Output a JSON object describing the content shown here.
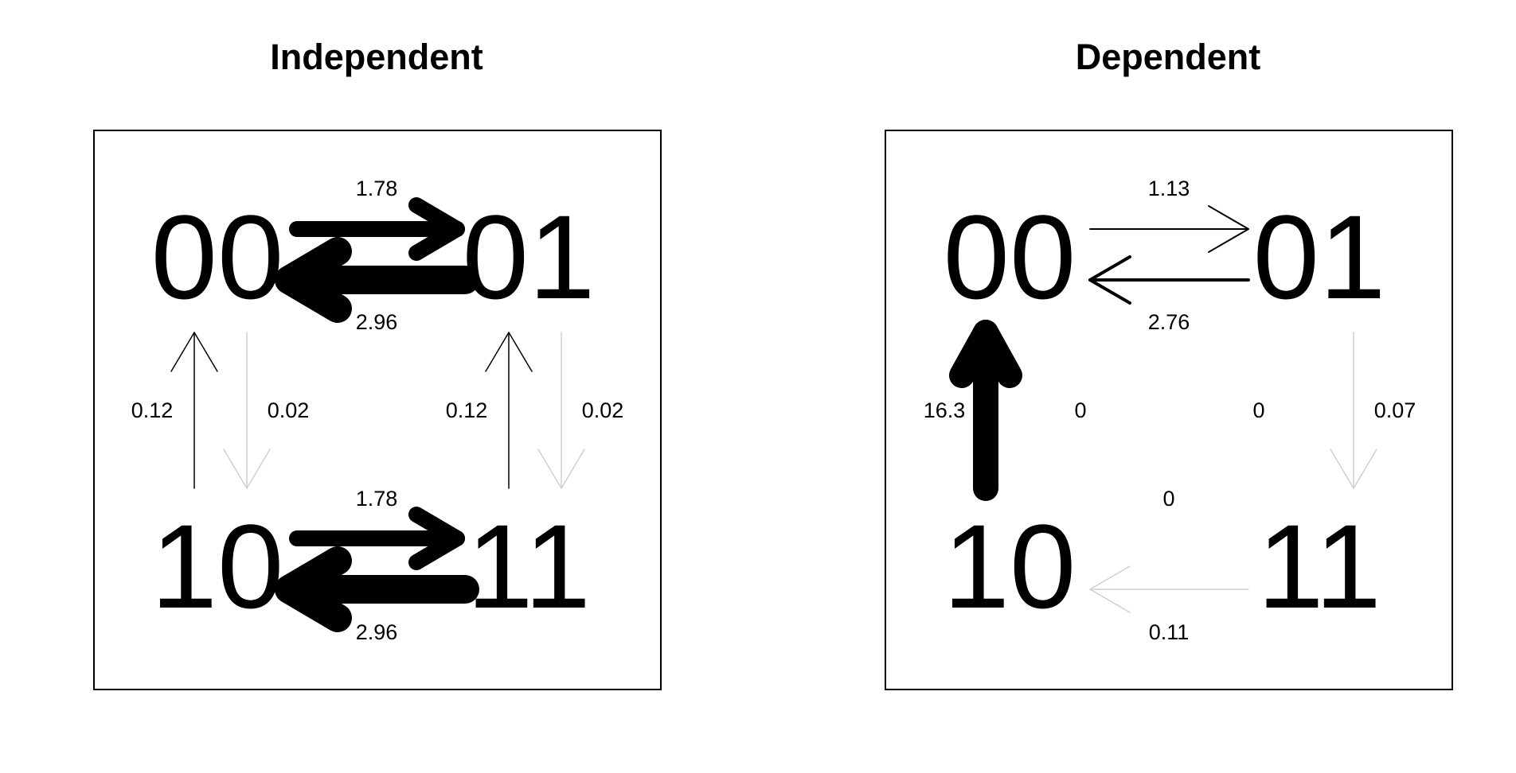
{
  "panels": [
    {
      "title": "Independent",
      "states": {
        "s00": "00",
        "s01": "01",
        "s10": "10",
        "s11": "11"
      },
      "transitions": [
        {
          "id": "t00_01",
          "from": "00",
          "to": "01",
          "rate": "1.78",
          "value": 1.78
        },
        {
          "id": "t01_00",
          "from": "01",
          "to": "00",
          "rate": "2.96",
          "value": 2.96
        },
        {
          "id": "t10_00",
          "from": "10",
          "to": "00",
          "rate": "0.12",
          "value": 0.12
        },
        {
          "id": "t00_10",
          "from": "00",
          "to": "10",
          "rate": "0.02",
          "value": 0.02
        },
        {
          "id": "t11_01",
          "from": "11",
          "to": "01",
          "rate": "0.12",
          "value": 0.12
        },
        {
          "id": "t01_11",
          "from": "01",
          "to": "11",
          "rate": "0.02",
          "value": 0.02
        },
        {
          "id": "t10_11",
          "from": "10",
          "to": "11",
          "rate": "1.78",
          "value": 1.78
        },
        {
          "id": "t11_10",
          "from": "11",
          "to": "10",
          "rate": "2.96",
          "value": 2.96
        }
      ]
    },
    {
      "title": "Dependent",
      "states": {
        "s00": "00",
        "s01": "01",
        "s10": "10",
        "s11": "11"
      },
      "transitions": [
        {
          "id": "t00_01",
          "from": "00",
          "to": "01",
          "rate": "1.13",
          "value": 1.13
        },
        {
          "id": "t01_00",
          "from": "01",
          "to": "00",
          "rate": "2.76",
          "value": 2.76
        },
        {
          "id": "t10_00",
          "from": "10",
          "to": "00",
          "rate": "16.3",
          "value": 16.3
        },
        {
          "id": "t00_10",
          "from": "00",
          "to": "10",
          "rate": "0",
          "value": 0
        },
        {
          "id": "t11_01",
          "from": "11",
          "to": "01",
          "rate": "0",
          "value": 0
        },
        {
          "id": "t01_11",
          "from": "01",
          "to": "11",
          "rate": "0.07",
          "value": 0.07
        },
        {
          "id": "t10_11",
          "from": "10",
          "to": "11",
          "rate": "0",
          "value": 0
        },
        {
          "id": "t11_10",
          "from": "11",
          "to": "10",
          "rate": "0.11",
          "value": 0.11
        }
      ]
    }
  ],
  "colors": {
    "background": "#ffffff",
    "strong_edge": "#000000",
    "weak_edge": "#d0d0d0",
    "text": "#000000"
  }
}
